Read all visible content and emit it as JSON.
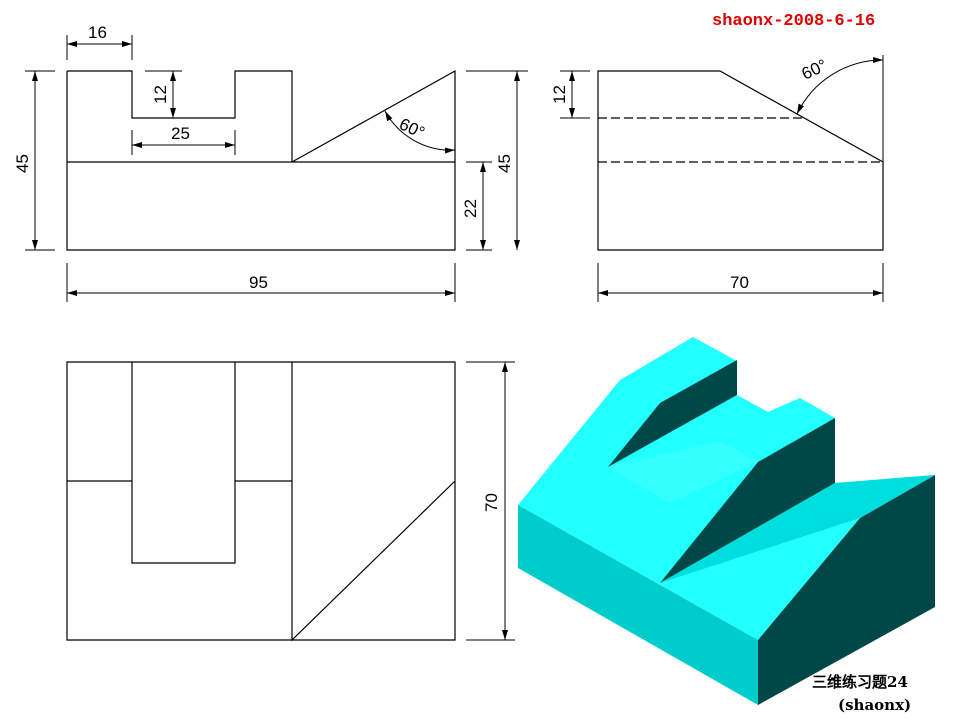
{
  "title": "shaonx-2008-6-16",
  "caption": {
    "line1": "三维练习题24",
    "line2": "(shaonx)"
  },
  "front_view": {
    "dims": {
      "width_16": "16",
      "depth_12": "12",
      "slot_25": "25",
      "height_45": "45",
      "total_95": "95",
      "angle_60": "60°",
      "base_22": "22",
      "right_45": "45"
    }
  },
  "side_view": {
    "dims": {
      "depth_12": "12",
      "angle_60": "60°",
      "total_70": "70"
    }
  },
  "top_view": {
    "dims": {
      "depth_70": "70"
    }
  },
  "colors": {
    "title": "#e00000",
    "top": "#22ffff",
    "side": "#00cccc",
    "dark": "#004848",
    "ramp": "#00dddd"
  }
}
